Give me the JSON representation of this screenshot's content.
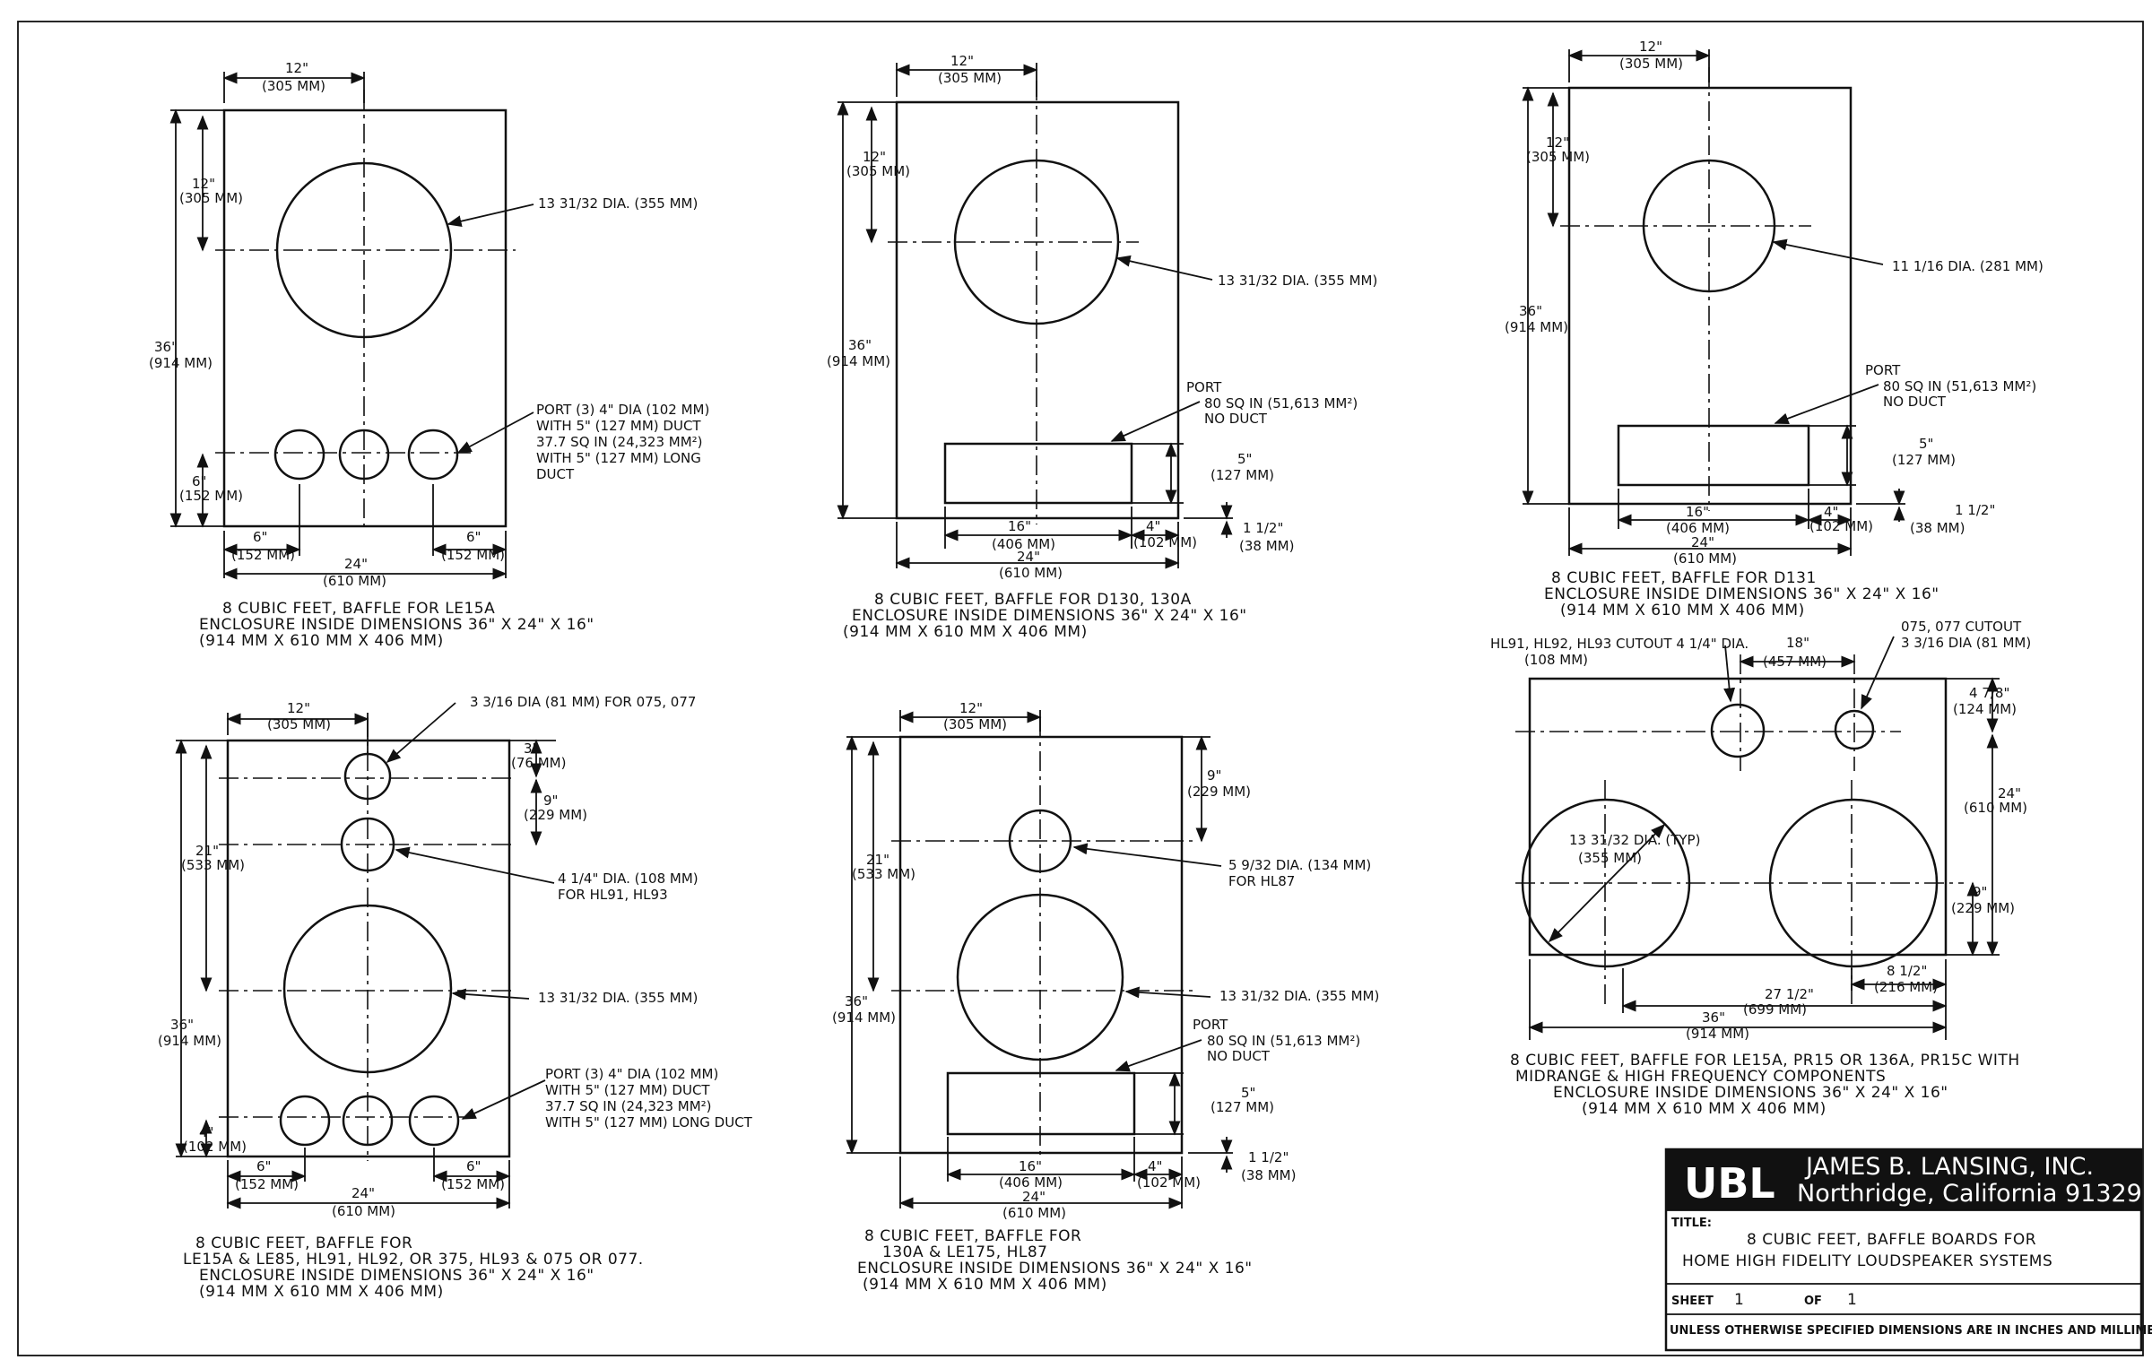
{
  "panels": [
    {
      "id": "p1",
      "width": "12\"",
      "width_mm": "(305 MM)",
      "height": "36\"",
      "height_mm": "(914 MM)",
      "top_offset": "12\"",
      "top_offset_mm": "(305 MM)",
      "bottom_offset": "6\"",
      "bottom_offset_mm": "(152 MM)",
      "woofer": "13 31/32 DIA. (355 MM)",
      "port": [
        "PORT (3) 4\" DIA (102 MM)",
        "WITH 5\" (127 MM) DUCT",
        "37.7 SQ IN (24,323 MM²)",
        "WITH 5\" (127 MM) LONG",
        "DUCT"
      ],
      "left_side": "6\"",
      "left_side_mm": "(152 MM)",
      "right_side": "6\"",
      "right_side_mm": "(152 MM)",
      "total_width": "24\"",
      "total_width_mm": "(610 MM)",
      "caption": [
        "8 CUBIC FEET, BAFFLE FOR LE15A",
        "ENCLOSURE INSIDE DIMENSIONS 36\" X 24\" X 16\"",
        "(914 MM X 610 MM X 406 MM)"
      ]
    },
    {
      "id": "p2",
      "width": "12\"",
      "width_mm": "(305 MM)",
      "height": "36\"",
      "height_mm": "(914 MM)",
      "top_offset": "12\"",
      "top_offset_mm": "(305 MM)",
      "woofer": "13 31/32 DIA. (355 MM)",
      "port": [
        "PORT",
        "80 SQ IN (51,613 MM²)",
        "NO DUCT"
      ],
      "port_height": "5\"",
      "port_height_mm": "(127 MM)",
      "port_width": "16\"",
      "port_width_mm": "(406 MM)",
      "right_side": "4\"",
      "right_side_mm": "(102 MM)",
      "bottom": "1 1/2\"",
      "bottom_mm": "(38 MM)",
      "total_width": "24\"",
      "total_width_mm": "(610 MM)",
      "caption": [
        "8 CUBIC FEET, BAFFLE FOR D130, 130A",
        "ENCLOSURE INSIDE DIMENSIONS 36\" X 24\" X 16\"",
        "(914 MM X 610 MM X 406 MM)"
      ]
    },
    {
      "id": "p3",
      "width": "12\"",
      "width_mm": "(305 MM)",
      "height": "36\"",
      "height_mm": "(914 MM)",
      "top_offset": "12\"",
      "top_offset_mm": "(305 MM)",
      "woofer": "11 1/16 DIA. (281 MM)",
      "port": [
        "PORT",
        "80 SQ IN (51,613 MM²)",
        "NO DUCT"
      ],
      "port_height": "5\"",
      "port_height_mm": "(127 MM)",
      "port_width": "16\"",
      "port_width_mm": "(406 MM)",
      "right_side": "4\"",
      "right_side_mm": "(102 MM)",
      "bottom": "1 1/2\"",
      "bottom_mm": "(38 MM)",
      "total_width": "24\"",
      "total_width_mm": "(610 MM)",
      "caption": [
        "8 CUBIC FEET, BAFFLE FOR D131",
        "ENCLOSURE INSIDE DIMENSIONS 36\" X 24\" X 16\"",
        "(914 MM X 610 MM X 406 MM)"
      ]
    },
    {
      "id": "p4",
      "width": "12\"",
      "width_mm": "(305 MM)",
      "height": "36\"",
      "height_mm": "(914 MM)",
      "upper": "21\"",
      "upper_mm": "(533 MM)",
      "tweeter_offset": "3\"",
      "tweeter_offset_mm": "(76 MM)",
      "mid_spacing": "9\"",
      "mid_spacing_mm": "(229 MM)",
      "tweeter": "3 3/16 DIA (81 MM) FOR 075, 077",
      "mid": [
        "4 1/4\" DIA. (108 MM)",
        "FOR HL91, HL93"
      ],
      "woofer": "13 31/32 DIA. (355 MM)",
      "port": [
        "PORT (3) 4\" DIA (102 MM)",
        "WITH 5\" (127 MM) DUCT",
        "37.7 SQ IN (24,323 MM²)",
        "WITH 5\" (127 MM) LONG DUCT"
      ],
      "bottom_offset": "4\"",
      "bottom_offset_mm": "(102 MM)",
      "left_side": "6\"",
      "left_side_mm": "(152 MM)",
      "right_side": "6\"",
      "right_side_mm": "(152 MM)",
      "total_width": "24\"",
      "total_width_mm": "(610 MM)",
      "caption": [
        "8 CUBIC FEET, BAFFLE FOR",
        "LE15A & LE85, HL91, HL92, OR 375, HL93 & 075 OR 077.",
        "ENCLOSURE INSIDE DIMENSIONS 36\" X 24\" X 16\"",
        "(914 MM X 610 MM X 406 MM)"
      ]
    },
    {
      "id": "p5",
      "width": "12\"",
      "width_mm": "(305 MM)",
      "height": "36\"",
      "height_mm": "(914 MM)",
      "upper": "21\"",
      "upper_mm": "(533 MM)",
      "top_gap": "9\"",
      "top_gap_mm": "(229 MM)",
      "horn": [
        "5 9/32 DIA. (134 MM)",
        "FOR HL87"
      ],
      "woofer": "13 31/32 DIA. (355 MM)",
      "port": [
        "PORT",
        "80 SQ IN (51,613 MM²)",
        "NO DUCT"
      ],
      "port_height": "5\"",
      "port_height_mm": "(127 MM)",
      "port_width": "16\"",
      "port_width_mm": "(406 MM)",
      "right_side": "4\"",
      "right_side_mm": "(102 MM)",
      "bottom": "1 1/2\"",
      "bottom_mm": "(38 MM)",
      "total_width": "24\"",
      "total_width_mm": "(610 MM)",
      "caption": [
        "8 CUBIC FEET, BAFFLE FOR",
        "130A & LE175, HL87",
        "ENCLOSURE INSIDE DIMENSIONS 36\" X 24\" X 16\"",
        "(914 MM X 610 MM X 406 MM)"
      ]
    },
    {
      "id": "p6",
      "hl_cutout": [
        "HL91, HL92, HL93 CUTOUT 4 1/4\" DIA.",
        "(108 MM)"
      ],
      "o75_cutout": [
        "075, 077 CUTOUT",
        "3 3/16 DIA (81 MM)"
      ],
      "spacing": "18\"",
      "spacing_mm": "(457 MM)",
      "top_offset": "4 7/8\"",
      "top_offset_mm": "(124 MM)",
      "height": "24\"",
      "height_mm": "(610 MM)",
      "lower": "9\"",
      "lower_mm": "(229 MM)",
      "woofer": [
        "13 31/32 DIA. (TYP)",
        "(355 MM)"
      ],
      "right_offset": "8 1/2\"",
      "right_offset_mm": "(216 MM)",
      "spread": "27 1/2\"",
      "spread_mm": "(699 MM)",
      "total_width": "36\"",
      "total_width_mm": "(914 MM)",
      "caption": [
        "8 CUBIC FEET, BAFFLE FOR LE15A, PR15 OR 136A, PR15C WITH",
        "MIDRANGE & HIGH FREQUENCY COMPONENTS",
        "ENCLOSURE INSIDE DIMENSIONS 36\" X 24\" X 16\"",
        "(914 MM X 610 MM X 406 MM)"
      ]
    }
  ],
  "title_block": {
    "logo": "UBL",
    "company": "JAMES B. LANSING, INC.",
    "location": "Northridge, California 91329",
    "title_label": "TITLE:",
    "title_line1": "8 CUBIC FEET, BAFFLE BOARDS FOR",
    "title_line2": "HOME HIGH FIDELITY LOUDSPEAKER SYSTEMS",
    "sheet_label": "SHEET",
    "sheet_value": "1",
    "of_label": "OF",
    "of_value": "1",
    "note": "UNLESS OTHERWISE SPECIFIED DIMENSIONS ARE IN INCHES AND MILLIMETERS"
  }
}
